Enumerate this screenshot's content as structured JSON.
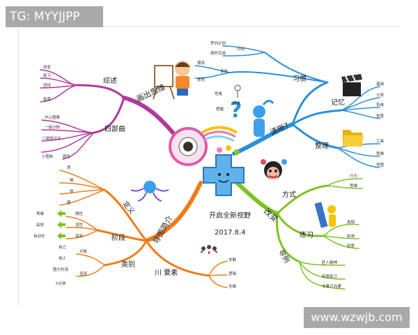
{
  "watermarks": {
    "top": "TG: MYYJJPP",
    "bottom": "www.wzwjb.com"
  },
  "center": {
    "title": "开启全新视野",
    "date": "2017.8.4"
  },
  "branches": {
    "huachu": {
      "label": "画出思维",
      "zongshu": {
        "label": "综述",
        "items": [
          "改变",
          "练习",
          "坚持",
          "复盘"
        ]
      },
      "sibuqu": {
        "label": "四部曲",
        "items": [
          "中心图案",
          "一级分枝",
          "二级知识点",
          "小图标",
          "颜色"
        ]
      }
    },
    "qingxi": {
      "label": "清晰?",
      "xiguan": {
        "label": "习惯",
        "items": [
          "罗列计划",
          "按时完成",
          "锻炼",
          "身体",
          "行动",
          "意思"
        ]
      },
      "jiyi": {
        "label": "记忆",
        "items": [
          "基础",
          "分类",
          "系统",
          "复盘"
        ]
      },
      "zhengli": {
        "label": "整理",
        "items": [
          "工具",
          "思维",
          "导图"
        ]
      },
      "thinking": [
        "性格",
        "思考",
        "把握"
      ]
    },
    "gaibian": {
      "label": "改变",
      "fangshi": {
        "label": "方式",
        "items": [
          "行为",
          "思维"
        ]
      },
      "lianxi": {
        "label": "练习",
        "items": [
          "真相",
          "标准",
          "刻意"
        ]
      },
      "feili": {
        "label": "非例",
        "items": [
          "匠人精神",
          "刻意练习",
          "非暴力沟通"
        ]
      }
    },
    "daotu": {
      "label": "导图简介",
      "dingyi": {
        "label": "定义",
        "items": [
          "思",
          "维",
          "导",
          "图"
        ]
      },
      "jieduan": {
        "label": "阶段",
        "items": [
          "随性",
          "显性",
          "高效"
        ],
        "results": [
          "零维",
          "高效",
          "自动化"
        ]
      },
      "leibie": {
        "label": "类别",
        "items": [
          "对象",
          "显现"
        ],
        "sub": [
          "自己",
          "他人",
          "图文并茂",
          "5分钟"
        ]
      },
      "yaosu": {
        "label": "川 要素",
        "items": [
          "发散",
          "逻辑",
          "全脑"
        ]
      }
    }
  },
  "colors": {
    "purple": "#b0399a",
    "blue": "#2a8fd6",
    "green": "#7dc323",
    "orange": "#ef7d17",
    "center_blue": "#4aa3e0"
  }
}
